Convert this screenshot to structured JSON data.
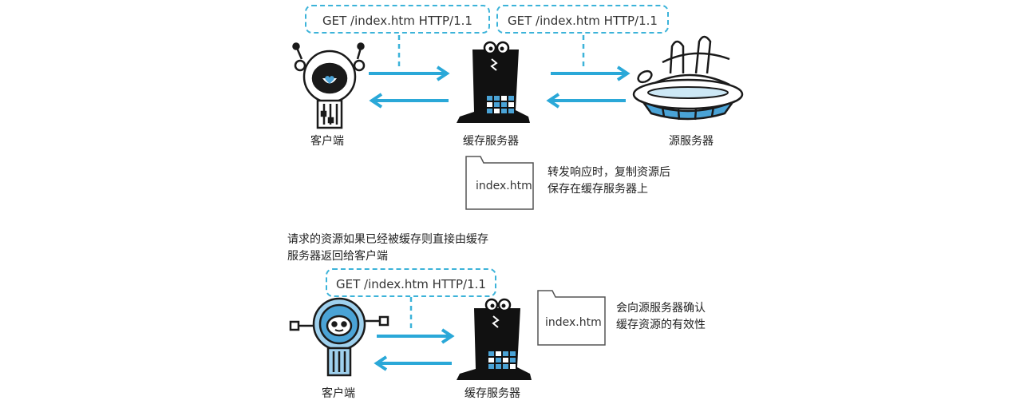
{
  "top": {
    "request_left": "GET /index.htm HTTP/1.1",
    "request_right": "GET /index.htm HTTP/1.1",
    "client_label": "客户端",
    "cache_label": "缓存服务器",
    "origin_label": "源服务器",
    "file_name": "index.htm",
    "note_line1": "转发响应时，复制资源后",
    "note_line2": "保存在缓存服务器上"
  },
  "bottom": {
    "intro_line1": "请求的资源如果已经被缓存则直接由缓存",
    "intro_line2": "服务器返回给客户端",
    "request": "GET /index.htm HTTP/1.1",
    "client_label": "客户端",
    "cache_label": "缓存服务器",
    "file_name": "index.htm",
    "note_line1": "会向源服务器确认",
    "note_line2": "缓存资源的有效性"
  },
  "colors": {
    "accent": "#3cb3d9",
    "ink": "#1a1a1a",
    "screen": "#4aa3d6"
  }
}
